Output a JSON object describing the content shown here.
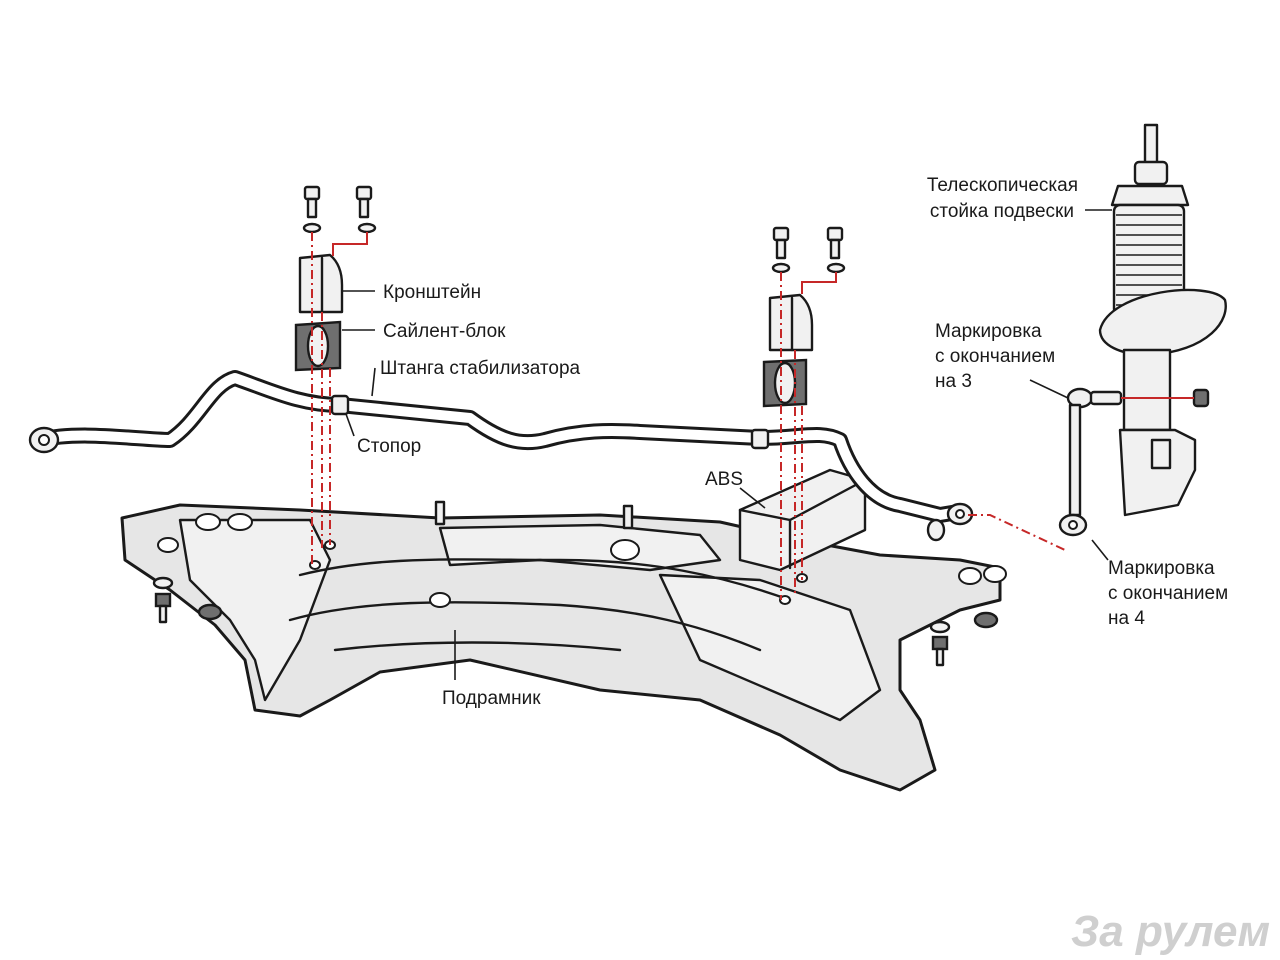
{
  "labels": {
    "strut": [
      "Телескопическая",
      "стойка подвески"
    ],
    "bracket": "Кронштейн",
    "silent_block": "Сайлент-блок",
    "stabilizer_bar": "Штанга стабилизатора",
    "stopper": "Стопор",
    "abs": "ABS",
    "marking_3": [
      "Маркировка",
      "с окончанием",
      "на 3"
    ],
    "marking_4": [
      "Маркировка",
      "с окончанием",
      "на 4"
    ],
    "subframe": "Подрамник"
  },
  "watermark": "За рулем",
  "colors": {
    "outline": "#1a1a1a",
    "part_fill": "#e6e6e6",
    "guide_red": "#c62828"
  }
}
